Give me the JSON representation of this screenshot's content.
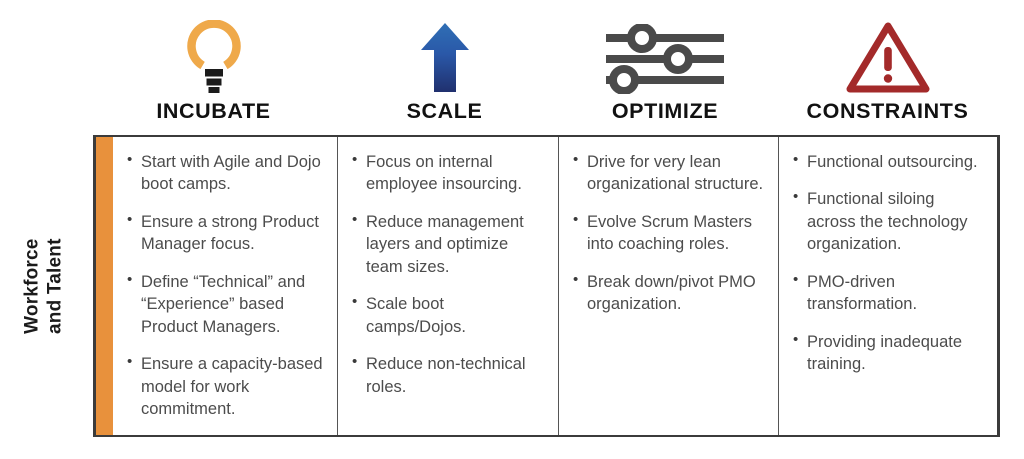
{
  "columns": [
    {
      "id": "incubate",
      "label": "INCUBATE",
      "icon": "lightbulb-icon",
      "icon_color": "#efa94a",
      "items": [
        "Start with Agile and Dojo boot camps.",
        "Ensure a strong Product Manager focus.",
        "Define “Technical” and “Experience” based Product Managers.",
        "Ensure a capacity-based model for work commitment."
      ]
    },
    {
      "id": "scale",
      "label": "SCALE",
      "icon": "up-arrow-icon",
      "icon_color": "#23479a",
      "items": [
        "Focus on internal employee insourcing.",
        "Reduce management layers and optimize team sizes.",
        "Scale boot camps/Dojos.",
        "Reduce non-technical roles."
      ]
    },
    {
      "id": "optimize",
      "label": "OPTIMIZE",
      "icon": "sliders-icon",
      "icon_color": "#4a4a4a",
      "items": [
        "Drive for very lean organizational structure.",
        "Evolve Scrum Masters into coaching roles.",
        "Break down/pivot PMO organization."
      ]
    },
    {
      "id": "constraints",
      "label": "CONSTRAINTS",
      "icon": "warning-triangle-icon",
      "icon_color": "#a32a2a",
      "items": [
        "Functional outsourcing.",
        "Functional siloing across the technology organization.",
        "PMO-driven transformation.",
        "Providing inadequate training."
      ]
    }
  ],
  "row": {
    "label_line1": "Workforce",
    "label_line2": "and Talent",
    "accent_color": "#e8913c"
  },
  "colors": {
    "border": "#3b3b3b",
    "divider": "#555555",
    "body_text": "#4c4c4c",
    "heading_text": "#111111",
    "background": "#ffffff"
  }
}
